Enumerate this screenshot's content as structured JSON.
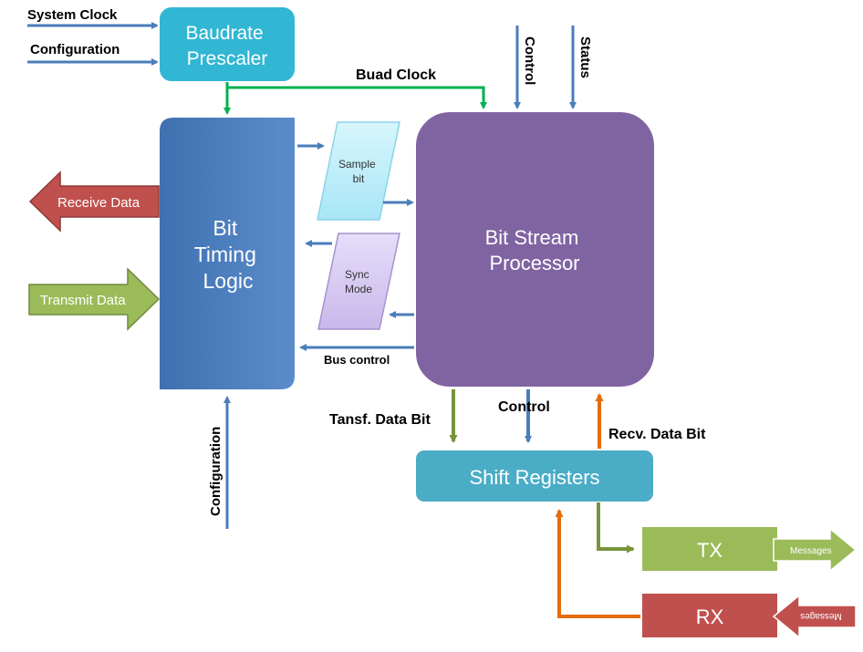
{
  "inputs": {
    "system_clock": "System Clock",
    "configuration_top": "Configuration",
    "configuration_bottom": "Configuration",
    "control_top": "Control",
    "status_top": "Status"
  },
  "blocks": {
    "baudrate_prescaler": [
      "Baudrate",
      "Prescaler"
    ],
    "bit_timing_logic": [
      "Bit",
      "Timing",
      "Logic"
    ],
    "sample_bit": [
      "Sample",
      "bit"
    ],
    "sync_mode": [
      "Sync",
      "Mode"
    ],
    "bit_stream_processor": [
      "Bit Stream",
      "Processor"
    ],
    "shift_registers": "Shift Registers",
    "tx": "TX",
    "rx": "RX"
  },
  "signals": {
    "buad_clock": "Buad Clock",
    "bus_control": "Bus control",
    "receive_data": "Receive Data",
    "transmit_data": "Transmit Data",
    "tansf_data_bit": "Tansf. Data Bit",
    "control_mid": "Control",
    "recv_data_bit": "Recv. Data Bit",
    "messages_out": "Messages",
    "messages_in": "Messages"
  },
  "colors": {
    "blue_arrow": "#4a7ebb",
    "green_arrow": "#00b050",
    "olive_arrow": "#77933c",
    "orange_arrow": "#e46c0a",
    "prescaler": "#31b6d4",
    "bit_timing": "#4f81bd",
    "processor": "#8064a2",
    "shift_reg": "#4bacc6",
    "tx": "#9bbb59",
    "rx": "#c0504d",
    "sample": "#c6f0fa",
    "sync": "#d9cdf0"
  }
}
